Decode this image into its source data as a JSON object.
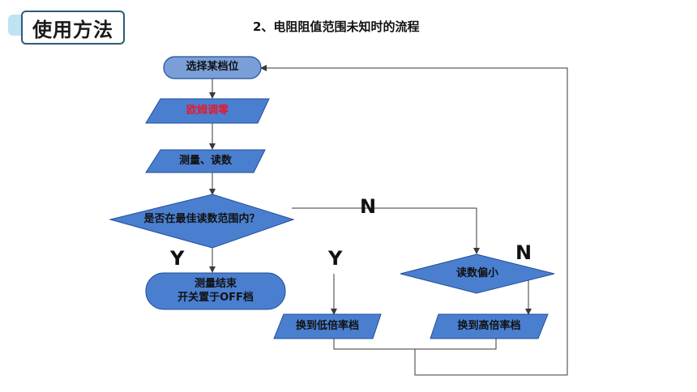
{
  "header": {
    "title": "使用方法",
    "subtitle": "2、电阻阻值范围未知时的流程"
  },
  "colors": {
    "shape_fill": "#4a7fd0",
    "node_fill": "#7a9fd8",
    "node_stroke": "#1f4f9a",
    "line": "#3a3a3a",
    "highlight_text": "#e8192c"
  },
  "flowchart": {
    "nodes": {
      "start": "选择某档位",
      "zero": "欧姆调零",
      "measure": "测量、读数",
      "check": "是否在最佳读数范围内？",
      "end_line1": "测量结束",
      "end_line2": "开关置于OFF档",
      "too_small": "读数偏小",
      "lower": "换到低倍率档",
      "higher": "换到高倍率档"
    },
    "edge_labels": {
      "check_no": "N",
      "check_yes": "Y",
      "small_yes": "Y",
      "small_no": "N"
    }
  }
}
